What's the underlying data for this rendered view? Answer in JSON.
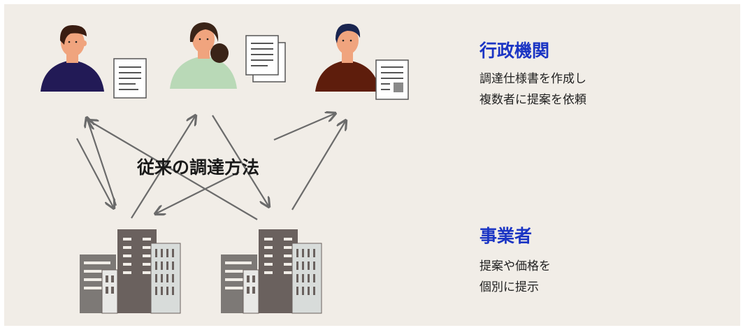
{
  "diagram": {
    "center_label": "従来の調達方法"
  },
  "government": {
    "title": "行政機関",
    "description": [
      "調達仕様書を作成し",
      "複数者に提案を依頼"
    ]
  },
  "business": {
    "title": "事業者",
    "description": [
      "提案や価格を",
      "個別に提示"
    ]
  },
  "colors": {
    "background": "#f1ede7",
    "accent_blue": "#1b35c4",
    "arrow_gray": "#6b6b6b",
    "person1_shirt": "#221a56",
    "person2_shirt": "#b9d9b7",
    "person3_shirt": "#5e1d0c",
    "skin": "#f0a47e",
    "building_dark": "#6a615e",
    "building_mid": "#7d7976",
    "building_light": "#d8dcda"
  }
}
